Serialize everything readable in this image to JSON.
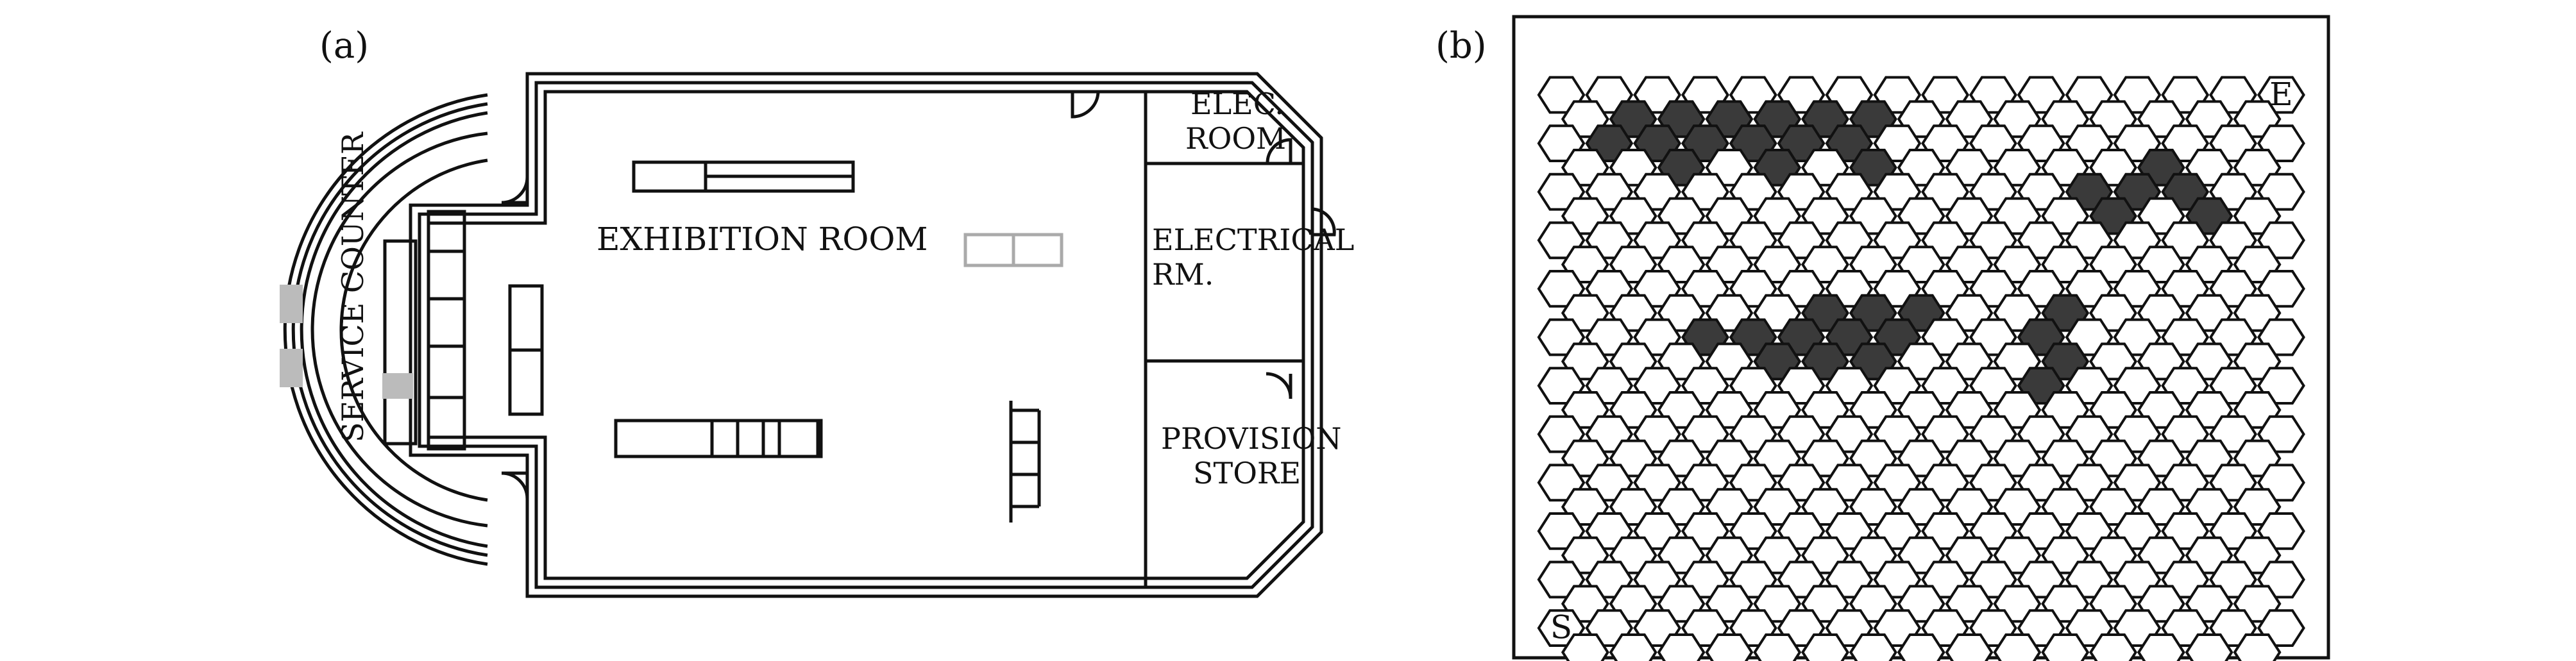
{
  "panels": {
    "a": {
      "label": "(a)"
    },
    "b": {
      "label": "(b)"
    }
  },
  "floor_plan": {
    "exhibition_room": "EXHIBITION ROOM",
    "service_counter": "SERVICE COUNTER",
    "elec_room_line1": "ELEC.",
    "elec_room_line2": "ROOM",
    "electrical_rm_line1": "ELECTRICAL",
    "electrical_rm_line2": "RM.",
    "provision_store_line1": "PROVISION",
    "provision_store_line2": "STORE"
  },
  "hex_grid": {
    "columns": 16,
    "rows": 12,
    "start_label": "S",
    "end_label": "E",
    "fill_color": "#3a3a3a",
    "obstacles": [
      [
        1,
        1
      ],
      [
        2,
        1
      ],
      [
        3,
        1
      ],
      [
        4,
        1
      ],
      [
        5,
        1
      ],
      [
        6,
        1
      ],
      [
        1,
        2
      ],
      [
        2,
        2
      ],
      [
        3,
        2
      ],
      [
        4,
        2
      ],
      [
        5,
        2
      ],
      [
        6,
        2
      ],
      [
        2,
        3
      ],
      [
        4,
        3
      ],
      [
        6,
        3
      ],
      [
        12,
        3
      ],
      [
        11,
        4
      ],
      [
        12,
        4
      ],
      [
        13,
        4
      ],
      [
        11,
        5
      ],
      [
        13,
        5
      ],
      [
        5,
        9
      ],
      [
        6,
        9
      ],
      [
        7,
        9
      ],
      [
        3,
        10
      ],
      [
        4,
        10
      ],
      [
        5,
        10
      ],
      [
        6,
        10
      ],
      [
        7,
        10
      ],
      [
        4,
        11
      ],
      [
        5,
        11
      ],
      [
        6,
        11
      ],
      [
        10,
        9
      ],
      [
        10,
        10
      ],
      [
        10,
        11
      ],
      [
        10,
        12
      ]
    ]
  }
}
